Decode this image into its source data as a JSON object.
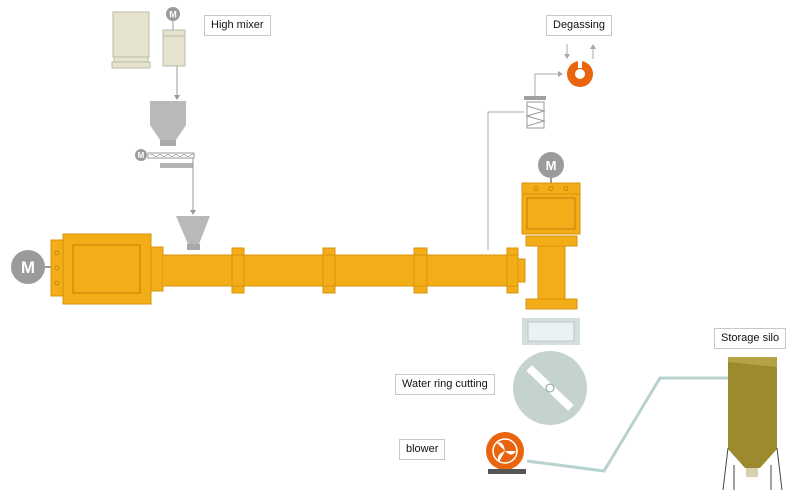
{
  "labels": {
    "high_mixer": "High mixer",
    "degassing": "Degassing",
    "storage_silo": "Storage  silo",
    "water_ring_cutting": "Water ring cutting",
    "blower": "blower"
  },
  "motor_symbol": "M",
  "colors": {
    "extruder": "#f2ad18",
    "extruder_edge": "#d9950c",
    "degassing": "#e8650e",
    "silo": "#9c8a2e",
    "machine_grey": "#b3b3b3",
    "mixer_cream": "#e5e3cf",
    "pipe_line": "#b7d3cf",
    "cutter": "#c4d3cf",
    "flow_line": "#9a9a9a"
  }
}
